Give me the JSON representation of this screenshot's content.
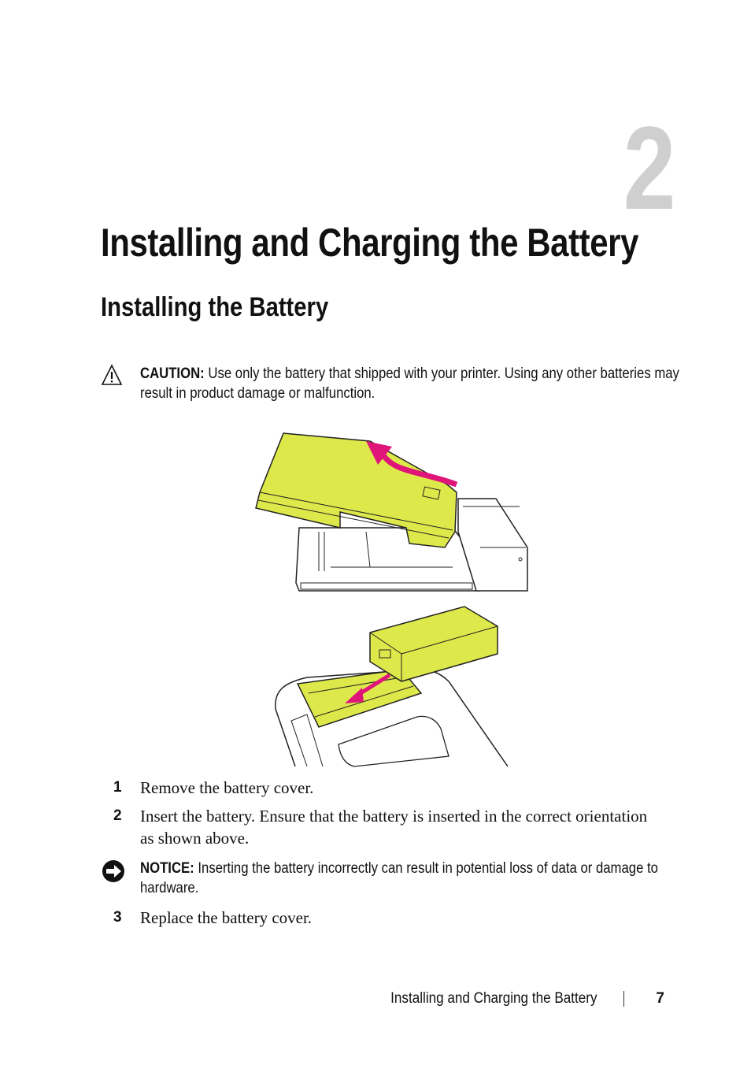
{
  "chapter": {
    "number": "2",
    "title": "Installing and Charging the Battery"
  },
  "section": {
    "title": "Installing the Battery"
  },
  "caution": {
    "icon": "warning-triangle-icon",
    "label": "CAUTION:",
    "text": "Use only the battery that shipped with your printer. Using any other batteries may result in product damage or malfunction."
  },
  "figure": {
    "icon_top": "battery-cover-removal-illustration",
    "icon_bottom": "battery-insertion-illustration",
    "colors": {
      "battery": "#dde94a",
      "arrow": "#e0157a",
      "outline": "#222222"
    }
  },
  "steps_a": [
    {
      "num": "1",
      "text": "Remove the battery cover."
    },
    {
      "num": "2",
      "text": "Insert the battery. Ensure that the battery is inserted in the correct orientation as shown above."
    }
  ],
  "notice": {
    "icon": "notice-arrow-icon",
    "label": "NOTICE:",
    "text": "Inserting the battery incorrectly can result in potential loss of data or damage to hardware."
  },
  "steps_b": [
    {
      "num": "3",
      "text": "Replace the battery cover."
    }
  ],
  "footer": {
    "title": "Installing and Charging the Battery",
    "page": "7"
  }
}
